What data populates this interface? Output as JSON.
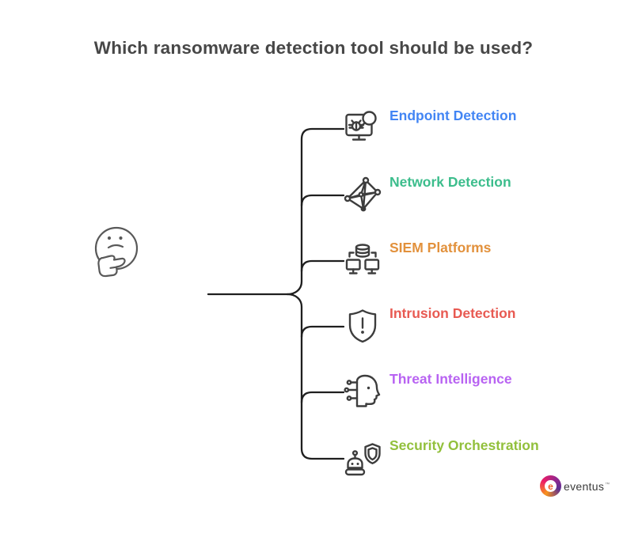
{
  "title": "Which ransomware detection tool should be used?",
  "figure": {
    "name": "thinking-face",
    "color": "#595959"
  },
  "connector": {
    "color": "#1F1F1F"
  },
  "rows": [
    {
      "label": "Endpoint Detection",
      "color": "#4285F4",
      "icon": "endpoint-detection-icon"
    },
    {
      "label": "Network Detection",
      "color": "#3CBD8C",
      "icon": "network-detection-icon"
    },
    {
      "label": "SIEM Platforms",
      "color": "#E2913C",
      "icon": "siem-platforms-icon"
    },
    {
      "label": "Intrusion Detection",
      "color": "#E85A52",
      "icon": "intrusion-detection-icon"
    },
    {
      "label": "Threat Intelligence",
      "color": "#B863F2",
      "icon": "threat-intelligence-icon"
    },
    {
      "label": "Security Orchestration",
      "color": "#92C03C",
      "icon": "security-orchestration-icon"
    }
  ],
  "logo": {
    "mark_letter": "e",
    "text": "eventus",
    "tm": "™",
    "colors": {
      "orange": "#F7941D",
      "magenta": "#ED1C66",
      "purple": "#92278F"
    }
  }
}
